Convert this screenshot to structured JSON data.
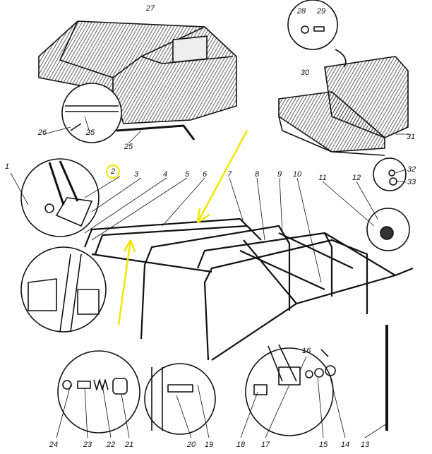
{
  "diagram": {
    "title": "Exploded view of canopy, seat and soft-top frame",
    "highlight_color": "#f2e600",
    "line_color": "#111111",
    "highlighted_part": "2",
    "labels": [
      {
        "id": "27",
        "text": "27"
      },
      {
        "id": "28",
        "text": "28"
      },
      {
        "id": "29",
        "text": "29"
      },
      {
        "id": "30",
        "text": "30"
      },
      {
        "id": "31",
        "text": "31"
      },
      {
        "id": "32",
        "text": "32"
      },
      {
        "id": "33",
        "text": "33"
      },
      {
        "id": "26",
        "text": "26"
      },
      {
        "id": "25a",
        "text": "25"
      },
      {
        "id": "25b",
        "text": "25"
      },
      {
        "id": "1",
        "text": "1"
      },
      {
        "id": "2",
        "text": "2"
      },
      {
        "id": "3",
        "text": "3"
      },
      {
        "id": "4",
        "text": "4"
      },
      {
        "id": "5",
        "text": "5"
      },
      {
        "id": "6",
        "text": "6"
      },
      {
        "id": "7",
        "text": "7"
      },
      {
        "id": "8",
        "text": "8"
      },
      {
        "id": "9",
        "text": "9"
      },
      {
        "id": "10",
        "text": "10"
      },
      {
        "id": "11",
        "text": "11"
      },
      {
        "id": "12",
        "text": "12"
      },
      {
        "id": "13",
        "text": "13"
      },
      {
        "id": "14",
        "text": "14"
      },
      {
        "id": "15",
        "text": "15"
      },
      {
        "id": "16",
        "text": "16"
      },
      {
        "id": "17",
        "text": "17"
      },
      {
        "id": "18",
        "text": "18"
      },
      {
        "id": "19",
        "text": "19"
      },
      {
        "id": "20",
        "text": "20"
      },
      {
        "id": "21",
        "text": "21"
      },
      {
        "id": "22",
        "text": "22"
      },
      {
        "id": "23",
        "text": "23"
      },
      {
        "id": "24",
        "text": "24"
      }
    ]
  }
}
